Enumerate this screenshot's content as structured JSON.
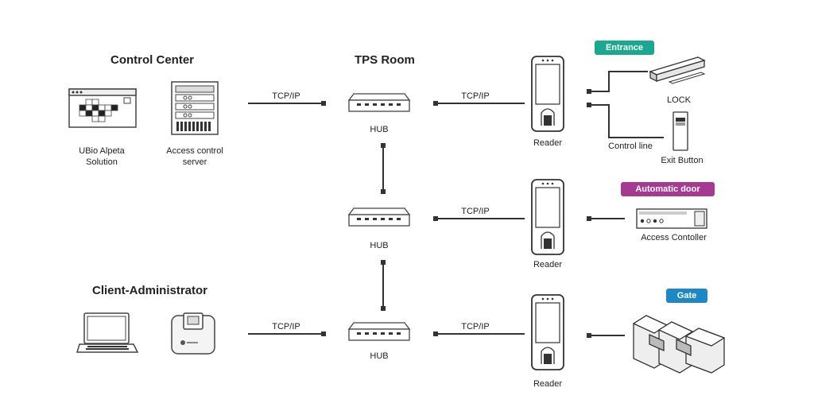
{
  "sections": {
    "control_center": "Control Center",
    "tps_room": "TPS Room",
    "client_admin": "Client-Administrator"
  },
  "devices": {
    "ubio_line1": "UBio Alpeta",
    "ubio_line2": "Solution",
    "server_line1": "Access control",
    "server_line2": "server",
    "hub": "HUB",
    "reader": "Reader",
    "lock": "LOCK",
    "exit_button": "Exit Button",
    "control_line": "Control line",
    "access_controller": "Access Contoller"
  },
  "links": {
    "tcpip": "TCP/IP"
  },
  "badges": {
    "entrance": "Entrance",
    "automatic_door": "Automatic door",
    "gate": "Gate"
  },
  "colors": {
    "entrance": "#1aa98f",
    "automatic_door": "#a63a91",
    "gate": "#1e88c7",
    "line": "#333333"
  }
}
